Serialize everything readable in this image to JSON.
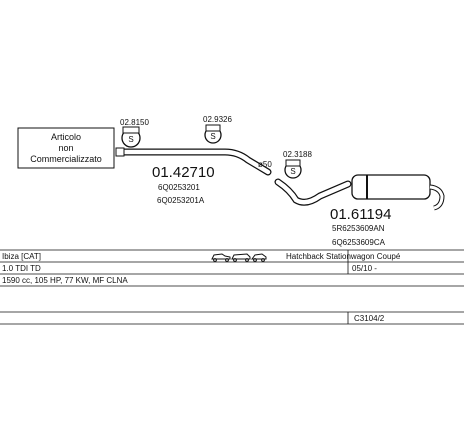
{
  "note": {
    "line1": "Articolo",
    "line2": "non",
    "line3": "Commercializzato"
  },
  "clamps": {
    "left": "02.8150",
    "middle": "02.9326",
    "right": "02.3188"
  },
  "diameter": "ø50",
  "front_part": {
    "number": "01.42710",
    "oem1": "6Q0253201",
    "oem2": "6Q0253201A"
  },
  "rear_part": {
    "number": "01.61194",
    "oem1": "5R6253609AN",
    "oem2": "6Q6253609CA"
  },
  "table": {
    "row1": {
      "model": "Ibiza [CAT]",
      "body": "Hatchback Stationwagon Coupé",
      "dates": "05/10 -"
    },
    "row2": {
      "engine": "1.0 TDI TD"
    },
    "row3": {
      "spec": "1590 cc, 105 HP, 77 KW, MF CLNA"
    },
    "row4": {
      "code": "C3104/2"
    }
  },
  "icons": {
    "body_styles": "car-silhouettes-icon",
    "clamp": "pipe-clamp-icon"
  }
}
